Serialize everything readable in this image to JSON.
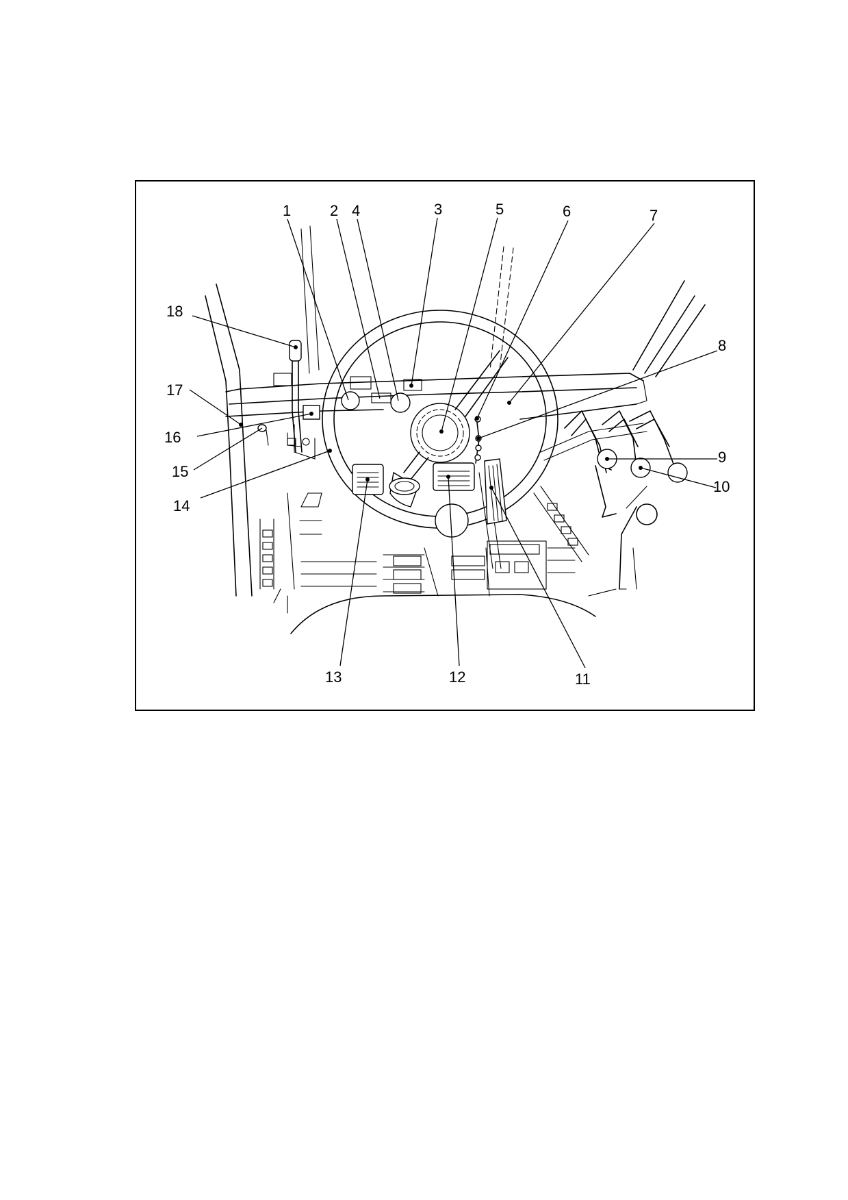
{
  "figure": {
    "callouts": [
      {
        "id": "callout-1",
        "label": "1"
      },
      {
        "id": "callout-2",
        "label": "2"
      },
      {
        "id": "callout-3",
        "label": "3"
      },
      {
        "id": "callout-4",
        "label": "4"
      },
      {
        "id": "callout-5",
        "label": "5"
      },
      {
        "id": "callout-6",
        "label": "6"
      },
      {
        "id": "callout-7",
        "label": "7"
      },
      {
        "id": "callout-8",
        "label": "8"
      },
      {
        "id": "callout-9",
        "label": "9"
      },
      {
        "id": "callout-10",
        "label": "10"
      },
      {
        "id": "callout-11",
        "label": "11"
      },
      {
        "id": "callout-12",
        "label": "12"
      },
      {
        "id": "callout-13",
        "label": "13"
      },
      {
        "id": "callout-14",
        "label": "14"
      },
      {
        "id": "callout-15",
        "label": "15"
      },
      {
        "id": "callout-16",
        "label": "16"
      },
      {
        "id": "callout-17",
        "label": "17"
      },
      {
        "id": "callout-18",
        "label": "18"
      }
    ]
  },
  "colors": {
    "ink": "#000000",
    "paper": "#ffffff"
  }
}
